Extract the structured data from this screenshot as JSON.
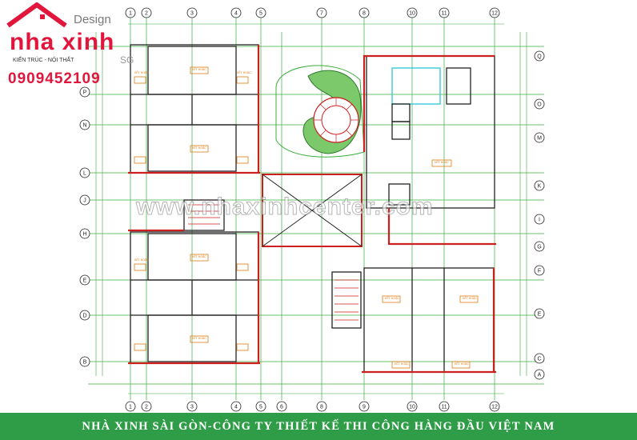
{
  "branding": {
    "design_word": "Design",
    "brand_name": "nha xinh",
    "tagline": "KIẾN TRÚC - NỘI THẤT",
    "region": "SG",
    "phone": "0909452109"
  },
  "watermark": "www.nhaxinhcenter.com",
  "footer": {
    "text": "NHÀ XINH SÀI GÒN-CÔNG TY THIẾT KẾ THI CÔNG HÀNG ĐẦU VIỆT NAM",
    "background": "#2f9c47"
  },
  "colors": {
    "wall_red": "#cc1f1f",
    "grid_green": "#3cae3c",
    "furniture_orange": "#e07b12",
    "outline_dark": "#222222",
    "accent_cyan": "#28c7d8",
    "brand_red": "#e2163c"
  },
  "plan": {
    "grid_columns_top": [
      "1",
      "2",
      "3",
      "4",
      "5",
      "7",
      "8",
      "10",
      "11",
      "12"
    ],
    "grid_columns_bottom": [
      "1",
      "2",
      "3",
      "4",
      "5",
      "6",
      "8",
      "9",
      "10",
      "11",
      "12"
    ],
    "grid_rows_left": [
      "P",
      "N",
      "L",
      "J",
      "H",
      "E",
      "D",
      "B"
    ],
    "grid_rows_right": [
      "Q",
      "O",
      "M",
      "K",
      "I",
      "G",
      "F",
      "E",
      "C",
      "A"
    ],
    "room_labels": [
      "KẾT HOẶC",
      "KẾT HOẶC",
      "KẾT HOẶC",
      "KẾT HOẶC",
      "KẾT HOẶC",
      "KẾT HOẶC",
      "KẾT HOẶC",
      "KẾT HOẶC",
      "KẾT HOẶC",
      "KẾT HOẶC",
      "KẾT HOẶC",
      "KẾT HOẶC"
    ]
  }
}
